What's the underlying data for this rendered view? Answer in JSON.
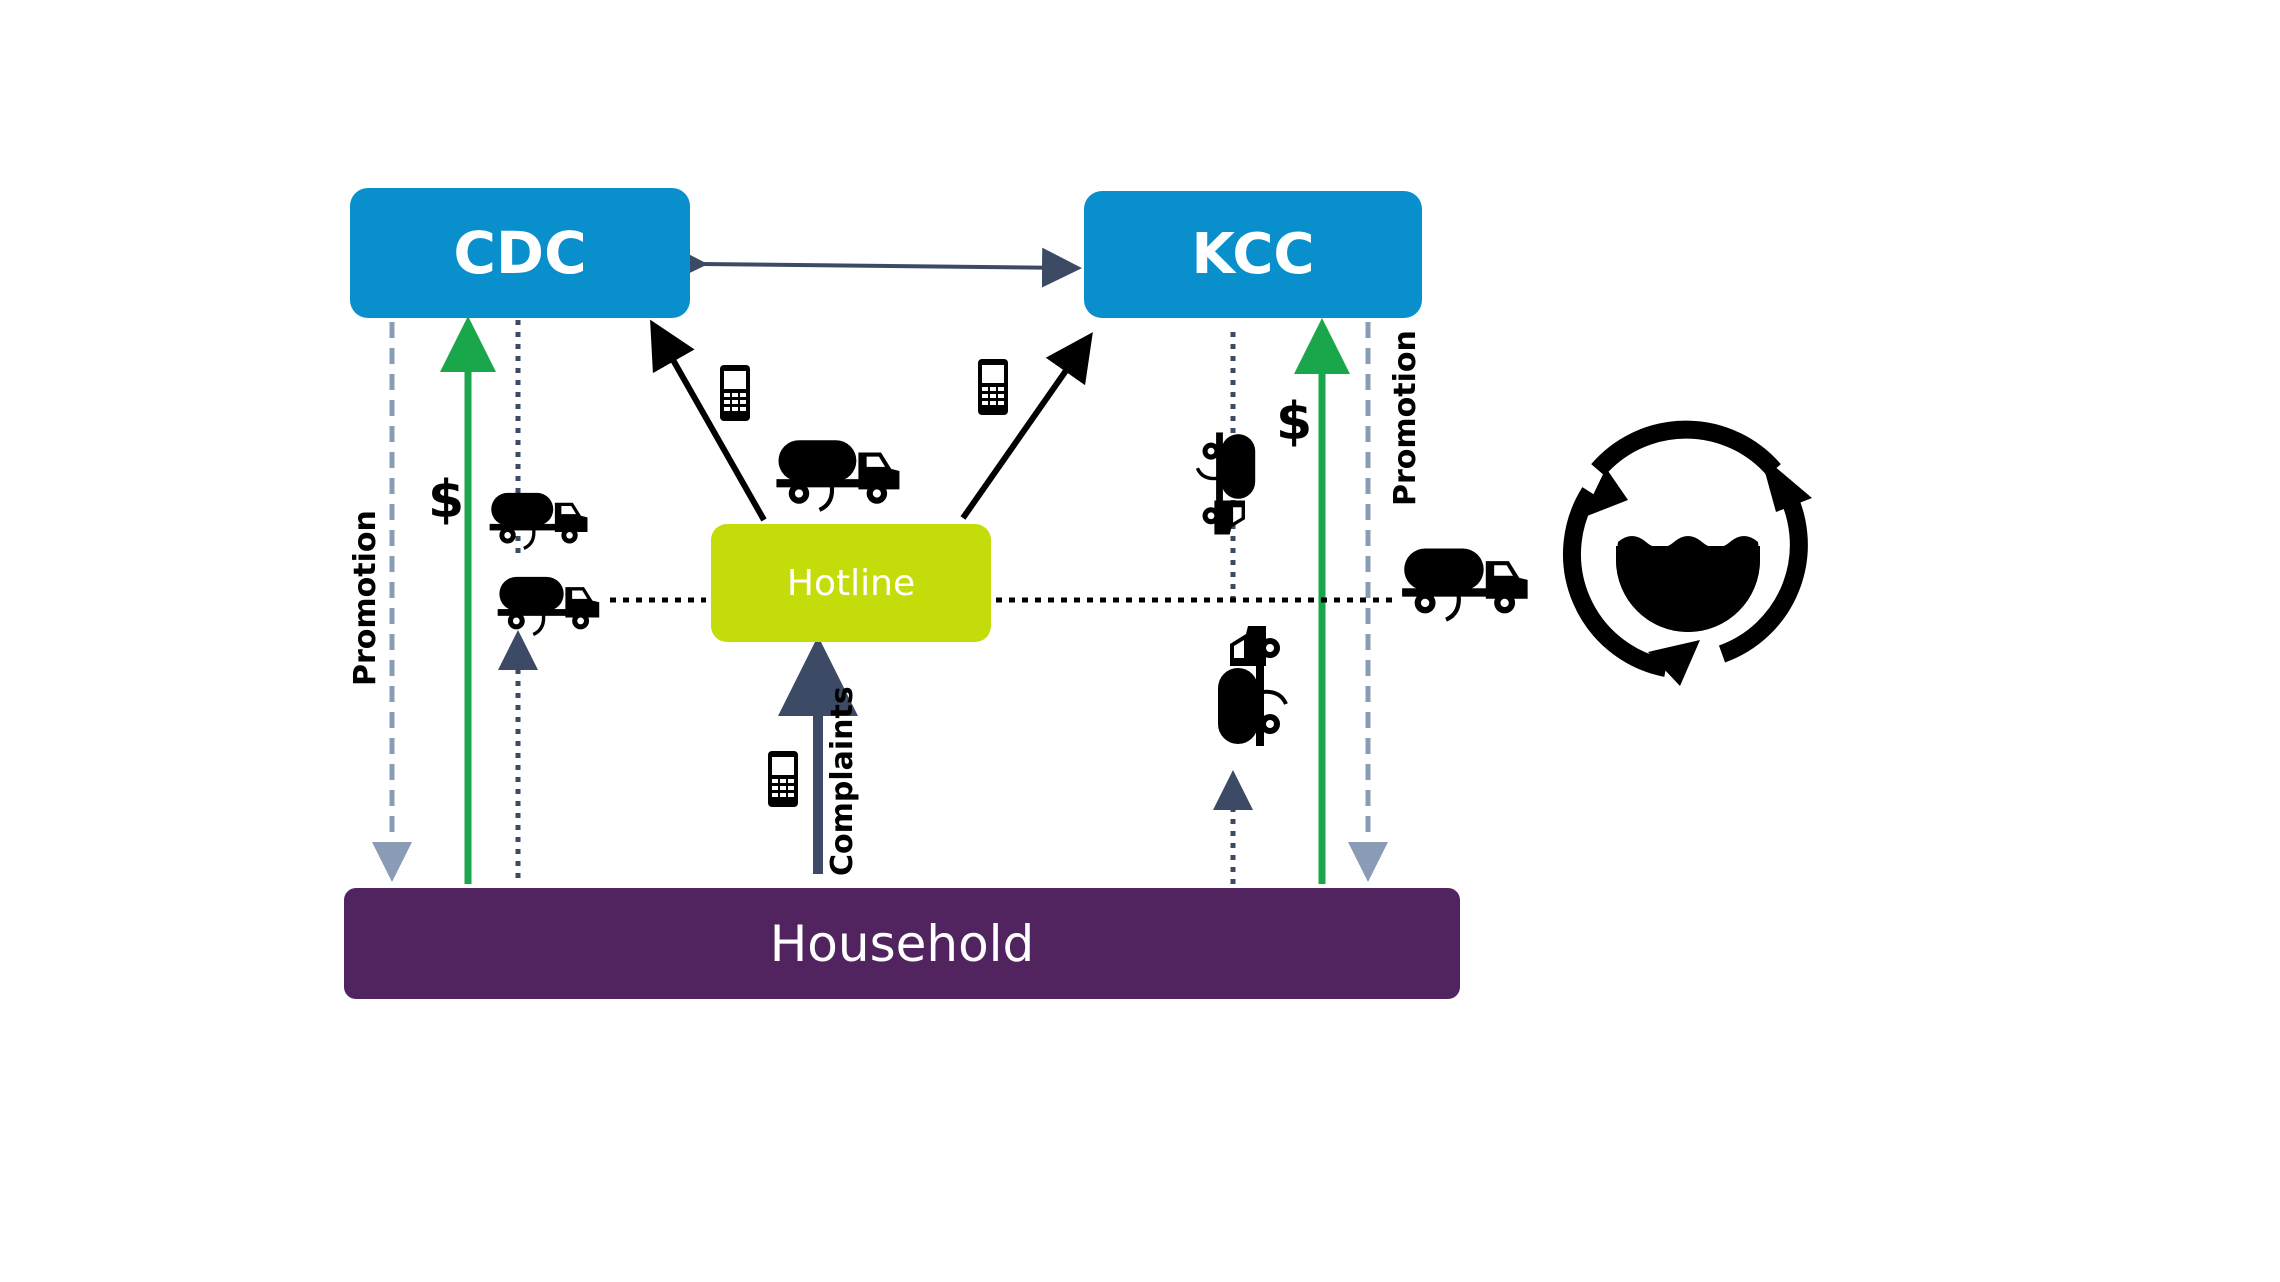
{
  "nodes": {
    "cdc": "CDC",
    "kcc": "KCC",
    "hotline": "Hotline",
    "household": "Household"
  },
  "labels": {
    "promotion_left": "Promotion",
    "promotion_right": "Promotion",
    "complaints": "Complaints",
    "dollar_left": "$",
    "dollar_right": "$"
  },
  "icons": [
    "phone-icon",
    "tanker-truck-icon",
    "water-cycle-icon"
  ],
  "colors": {
    "cdc_kcc": "#0a8fcd",
    "hotline": "#c4dc0a",
    "household": "#51235f",
    "payment_arrow": "#1aa64b",
    "promotion_arrow": "#8a9bb5",
    "service_arrow": "#3d4a66"
  }
}
